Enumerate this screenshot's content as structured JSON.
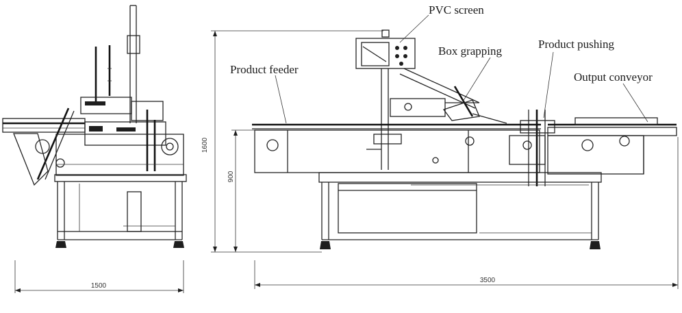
{
  "labels": {
    "pvc_screen": "PVC screen",
    "box_grapping": "Box grapping",
    "product_pushing": "Product pushing",
    "product_feeder": "Product feeder",
    "output_conveyor": "Output conveyor"
  },
  "dimensions": {
    "side_width": "1500",
    "front_width": "3500",
    "total_height": "1600",
    "table_height": "900"
  }
}
